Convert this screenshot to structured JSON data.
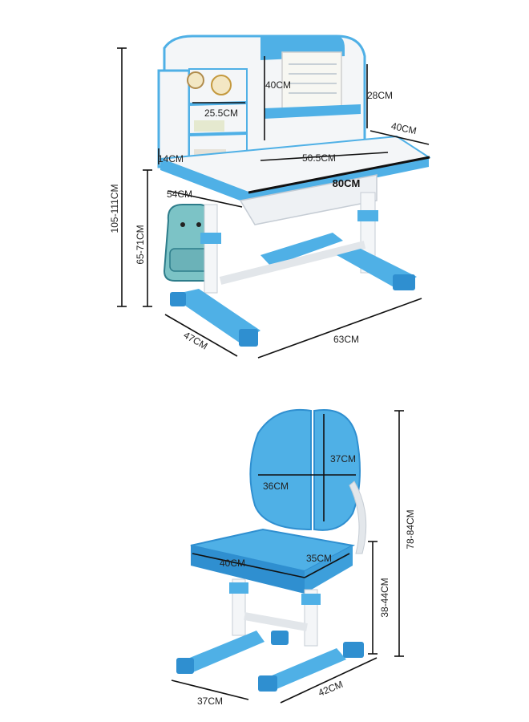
{
  "desk": {
    "dimensions": {
      "total_height": "105-111CM",
      "desk_height": "65-71CM",
      "depth_side": "47CM",
      "width_base": "63CM",
      "shelf_width": "25.5CM",
      "shelf_depth": "14CM",
      "top_depth": "54CM",
      "hutch_height": "40CM",
      "upper_shelf_height": "28CM",
      "right_depth": "40CM",
      "inner_width": "50.5CM",
      "top_width": "80CM"
    },
    "colors": {
      "accent": "#4fb0e6",
      "accent_dark": "#2f8fd0",
      "board": "#f4f6f8"
    }
  },
  "chair": {
    "dimensions": {
      "back_height": "37CM",
      "back_width": "36CM",
      "total_height": "78-84CM",
      "seat_width": "40CM",
      "seat_depth": "35CM",
      "seat_height": "38-44CM",
      "base_width": "37CM",
      "base_depth": "42CM"
    }
  }
}
